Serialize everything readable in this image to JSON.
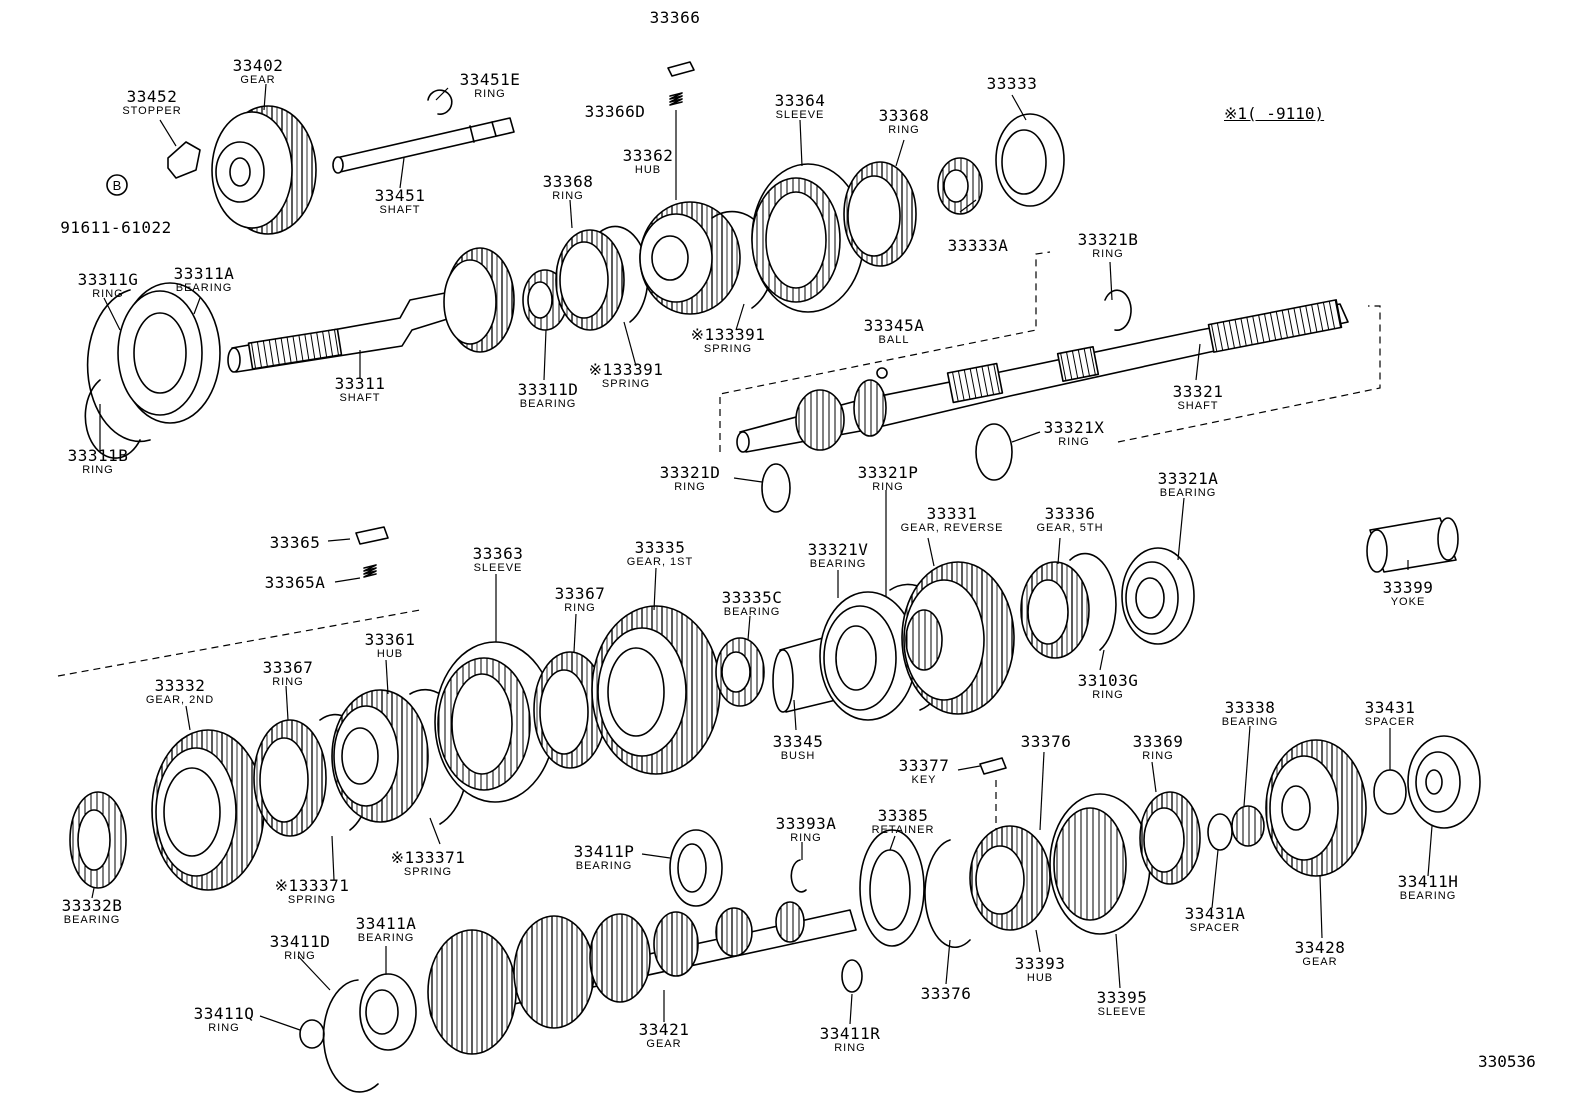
{
  "diagram": {
    "note": "※1(      -9110)",
    "figure_number": "330536"
  },
  "parts": [
    {
      "id": "p33366",
      "num": "33366",
      "name": ""
    },
    {
      "id": "p33366D",
      "num": "33366D",
      "name": ""
    },
    {
      "id": "p33402",
      "num": "33402",
      "name": "GEAR"
    },
    {
      "id": "p33451E",
      "num": "33451E",
      "name": "RING"
    },
    {
      "id": "p33452",
      "num": "33452",
      "name": "STOPPER"
    },
    {
      "id": "p33451",
      "num": "33451",
      "name": "SHAFT"
    },
    {
      "id": "p91611",
      "num": "91611-61022",
      "name": ""
    },
    {
      "id": "p33362",
      "num": "33362",
      "name": "HUB"
    },
    {
      "id": "p33368a",
      "num": "33368",
      "name": "RING"
    },
    {
      "id": "p33364",
      "num": "33364",
      "name": "SLEEVE"
    },
    {
      "id": "p33368b",
      "num": "33368",
      "name": "RING"
    },
    {
      "id": "p33333",
      "num": "33333",
      "name": ""
    },
    {
      "id": "p33333A",
      "num": "33333A",
      "name": ""
    },
    {
      "id": "p33311G",
      "num": "33311G",
      "name": "RING"
    },
    {
      "id": "p33311A",
      "num": "33311A",
      "name": "BEARING"
    },
    {
      "id": "p33311",
      "num": "33311",
      "name": "SHAFT"
    },
    {
      "id": "p33311D",
      "num": "33311D",
      "name": "BEARING"
    },
    {
      "id": "p133391a",
      "num": "※133391",
      "name": "SPRING"
    },
    {
      "id": "p133391b",
      "num": "※133391",
      "name": "SPRING"
    },
    {
      "id": "p33311B",
      "num": "33311B",
      "name": "RING"
    },
    {
      "id": "p33321B",
      "num": "33321B",
      "name": "RING"
    },
    {
      "id": "p33345A",
      "num": "33345A",
      "name": "BALL"
    },
    {
      "id": "p33321",
      "num": "33321",
      "name": "SHAFT"
    },
    {
      "id": "p33321X",
      "num": "33321X",
      "name": "RING"
    },
    {
      "id": "p33321D",
      "num": "33321D",
      "name": "RING"
    },
    {
      "id": "p33321P",
      "num": "33321P",
      "name": "RING"
    },
    {
      "id": "p33321A",
      "num": "33321A",
      "name": "BEARING"
    },
    {
      "id": "p33331",
      "num": "33331",
      "name": "GEAR, REVERSE"
    },
    {
      "id": "p33336",
      "num": "33336",
      "name": "GEAR, 5TH"
    },
    {
      "id": "p33399",
      "num": "33399",
      "name": "YOKE"
    },
    {
      "id": "p33365",
      "num": "33365",
      "name": ""
    },
    {
      "id": "p33365A",
      "num": "33365A",
      "name": ""
    },
    {
      "id": "p33363",
      "num": "33363",
      "name": "SLEEVE"
    },
    {
      "id": "p33335",
      "num": "33335",
      "name": "GEAR, 1ST"
    },
    {
      "id": "p33367a",
      "num": "33367",
      "name": "RING"
    },
    {
      "id": "p33321V",
      "num": "33321V",
      "name": "BEARING"
    },
    {
      "id": "p33335C",
      "num": "33335C",
      "name": "BEARING"
    },
    {
      "id": "p33103G",
      "num": "33103G",
      "name": "RING"
    },
    {
      "id": "p33361",
      "num": "33361",
      "name": "HUB"
    },
    {
      "id": "p33367b",
      "num": "33367",
      "name": "RING"
    },
    {
      "id": "p33332",
      "num": "33332",
      "name": "GEAR, 2ND"
    },
    {
      "id": "p33345",
      "num": "33345",
      "name": "BUSH"
    },
    {
      "id": "p33338",
      "num": "33338",
      "name": "BEARING"
    },
    {
      "id": "p33431",
      "num": "33431",
      "name": "SPACER"
    },
    {
      "id": "p33377",
      "num": "33377",
      "name": "KEY"
    },
    {
      "id": "p33376a",
      "num": "33376",
      "name": ""
    },
    {
      "id": "p33369",
      "num": "33369",
      "name": "RING"
    },
    {
      "id": "p33393A",
      "num": "33393A",
      "name": "RING"
    },
    {
      "id": "p33385",
      "num": "33385",
      "name": "RETAINER"
    },
    {
      "id": "p33411P",
      "num": "33411P",
      "name": "BEARING"
    },
    {
      "id": "p133371a",
      "num": "※133371",
      "name": "SPRING"
    },
    {
      "id": "p133371b",
      "num": "※133371",
      "name": "SPRING"
    },
    {
      "id": "p33332B",
      "num": "33332B",
      "name": "BEARING"
    },
    {
      "id": "p33411H",
      "num": "33411H",
      "name": "BEARING"
    },
    {
      "id": "p33431A",
      "num": "33431A",
      "name": "SPACER"
    },
    {
      "id": "p33428",
      "num": "33428",
      "name": "GEAR"
    },
    {
      "id": "p33411D",
      "num": "33411D",
      "name": "RING"
    },
    {
      "id": "p33411A",
      "num": "33411A",
      "name": "BEARING"
    },
    {
      "id": "p33393",
      "num": "33393",
      "name": "HUB"
    },
    {
      "id": "p33395",
      "num": "33395",
      "name": "SLEEVE"
    },
    {
      "id": "p33376b",
      "num": "33376",
      "name": ""
    },
    {
      "id": "p33411Q",
      "num": "33411Q",
      "name": "RING"
    },
    {
      "id": "p33421",
      "num": "33421",
      "name": "GEAR"
    },
    {
      "id": "p33411R",
      "num": "33411R",
      "name": "RING"
    }
  ]
}
